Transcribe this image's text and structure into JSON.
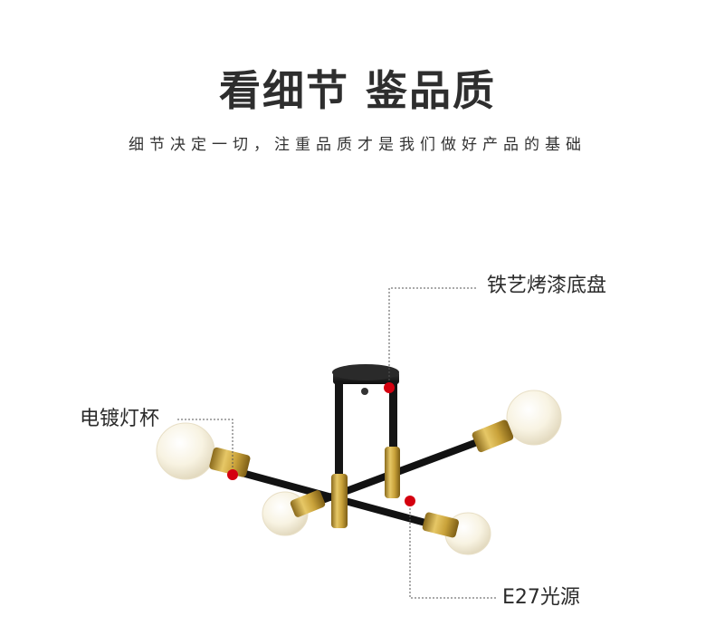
{
  "header": {
    "title": "看细节 鉴品质",
    "subtitle": "细节决定一切，注重品质才是我们做好产品的基础"
  },
  "callouts": {
    "base": "铁艺烤漆底盘",
    "cup": "电镀灯杯",
    "bulb": "E27光源"
  },
  "colors": {
    "marker": "#d4000f",
    "frame": "#1a1a1a",
    "brass": "#c9a23a",
    "bulb": "#f7f2e4"
  }
}
